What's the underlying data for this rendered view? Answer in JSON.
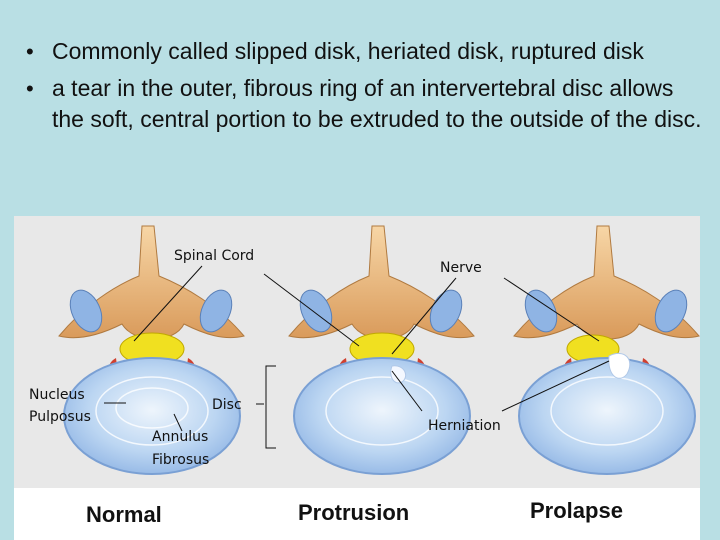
{
  "bullets": [
    "Commonly called slipped disk, heriated disk, ruptured disk",
    "a tear in the outer, fibrous ring of an intervertebral disc allows the soft, central portion to be extruded to the outside of the disc."
  ],
  "figure": {
    "labels": {
      "spinal_cord": "Spinal Cord",
      "nerve": "Nerve",
      "nucleus_1": "Nucleus",
      "nucleus_2": "Pulposus",
      "disc": "Disc",
      "annulus_1": "Annulus",
      "annulus_2": "Fibrosus",
      "herniation": "Herniation"
    },
    "captions": {
      "normal": "Normal",
      "protrusion": "Protrusion",
      "prolapse": "Prolapse"
    },
    "colors": {
      "bone": "#e8b070",
      "disc": "#a8c8f0",
      "cord": "#f0e020",
      "nerve_root": "#d04030"
    }
  }
}
